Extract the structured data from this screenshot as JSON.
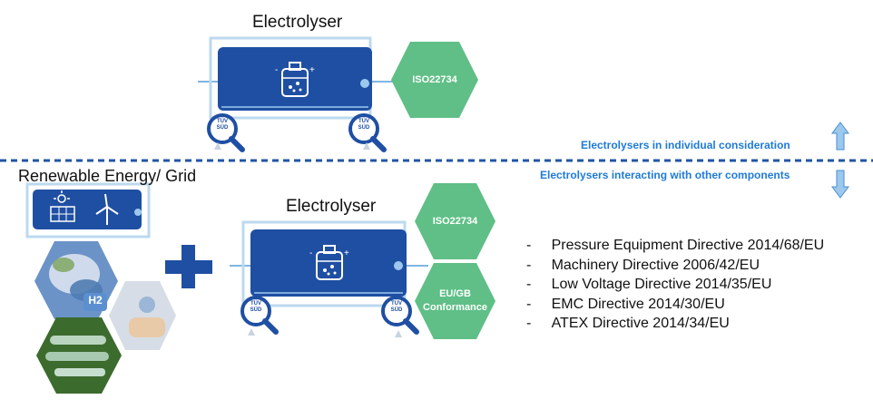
{
  "top": {
    "title": "Electrolyser",
    "badge": "ISO22734",
    "tuv": {
      "line1": "TÜV",
      "line2": "SÜD"
    }
  },
  "divider": {
    "note_above": "Electrolysers in individual consideration",
    "note_below": "Electrolysers interacting with other components"
  },
  "bottom": {
    "left_title": "Renewable Energy/ Grid",
    "h2_label": "H2",
    "title": "Electrolyser",
    "badges": [
      {
        "lines": [
          "ISO22734"
        ]
      },
      {
        "lines": [
          "EU/GB",
          "Conformance"
        ]
      }
    ],
    "directives": [
      "Pressure Equipment Directive 2014/68/EU",
      "Machinery Directive 2006/42/EU",
      "Low Voltage Directive 2014/35/EU",
      "EMC Directive 2014/30/EU",
      "ATEX Directive 2014/34/EU"
    ]
  },
  "colors": {
    "panel": "#1f4fa3",
    "outline": "#bcd9ef",
    "line": "#7fb6e2",
    "hex": "#5fbf86",
    "divider": "#2255a4",
    "arrow": "#9cc8ee"
  }
}
